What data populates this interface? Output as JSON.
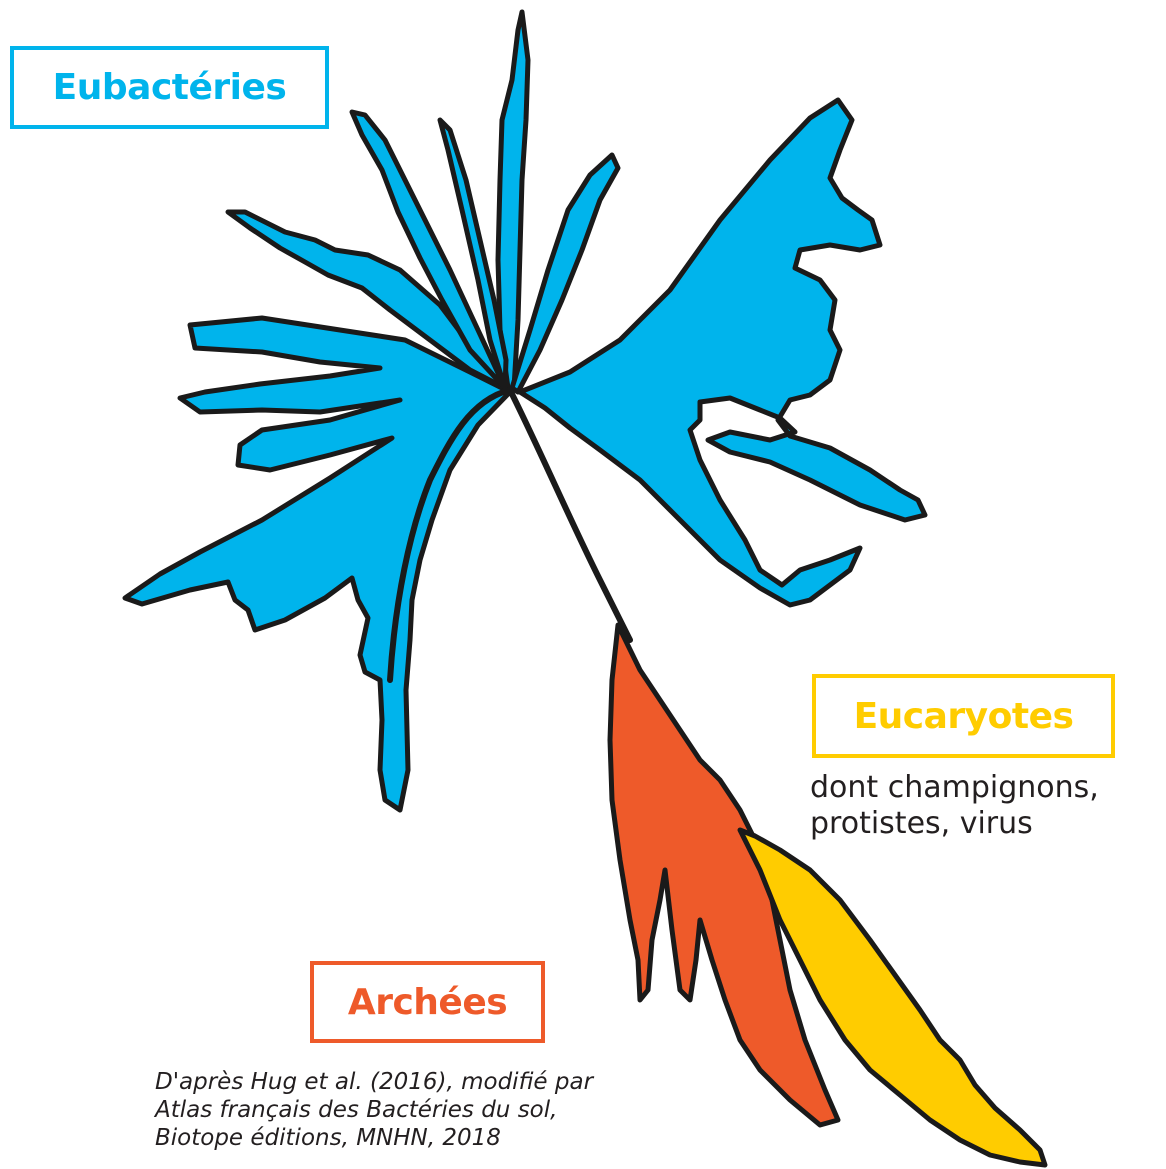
{
  "labels": {
    "eubacteries": "Eubactéries",
    "eucaryotes": "Eucaryotes",
    "archees": "Archées"
  },
  "eucaryotes_note": {
    "line1": "dont champignons,",
    "line2": "protistes, virus"
  },
  "source_credit": {
    "line1": "D'après Hug et al. (2016), modifié par",
    "line2": "Atlas français des Bactéries du sol,",
    "line3": "Biotope éditions, MNHN, 2018"
  },
  "colors": {
    "eubacteries": "#00b4ec",
    "eucaryotes": "#ffcc00",
    "archees": "#ee5a2a",
    "outline": "#1a1a1a"
  }
}
